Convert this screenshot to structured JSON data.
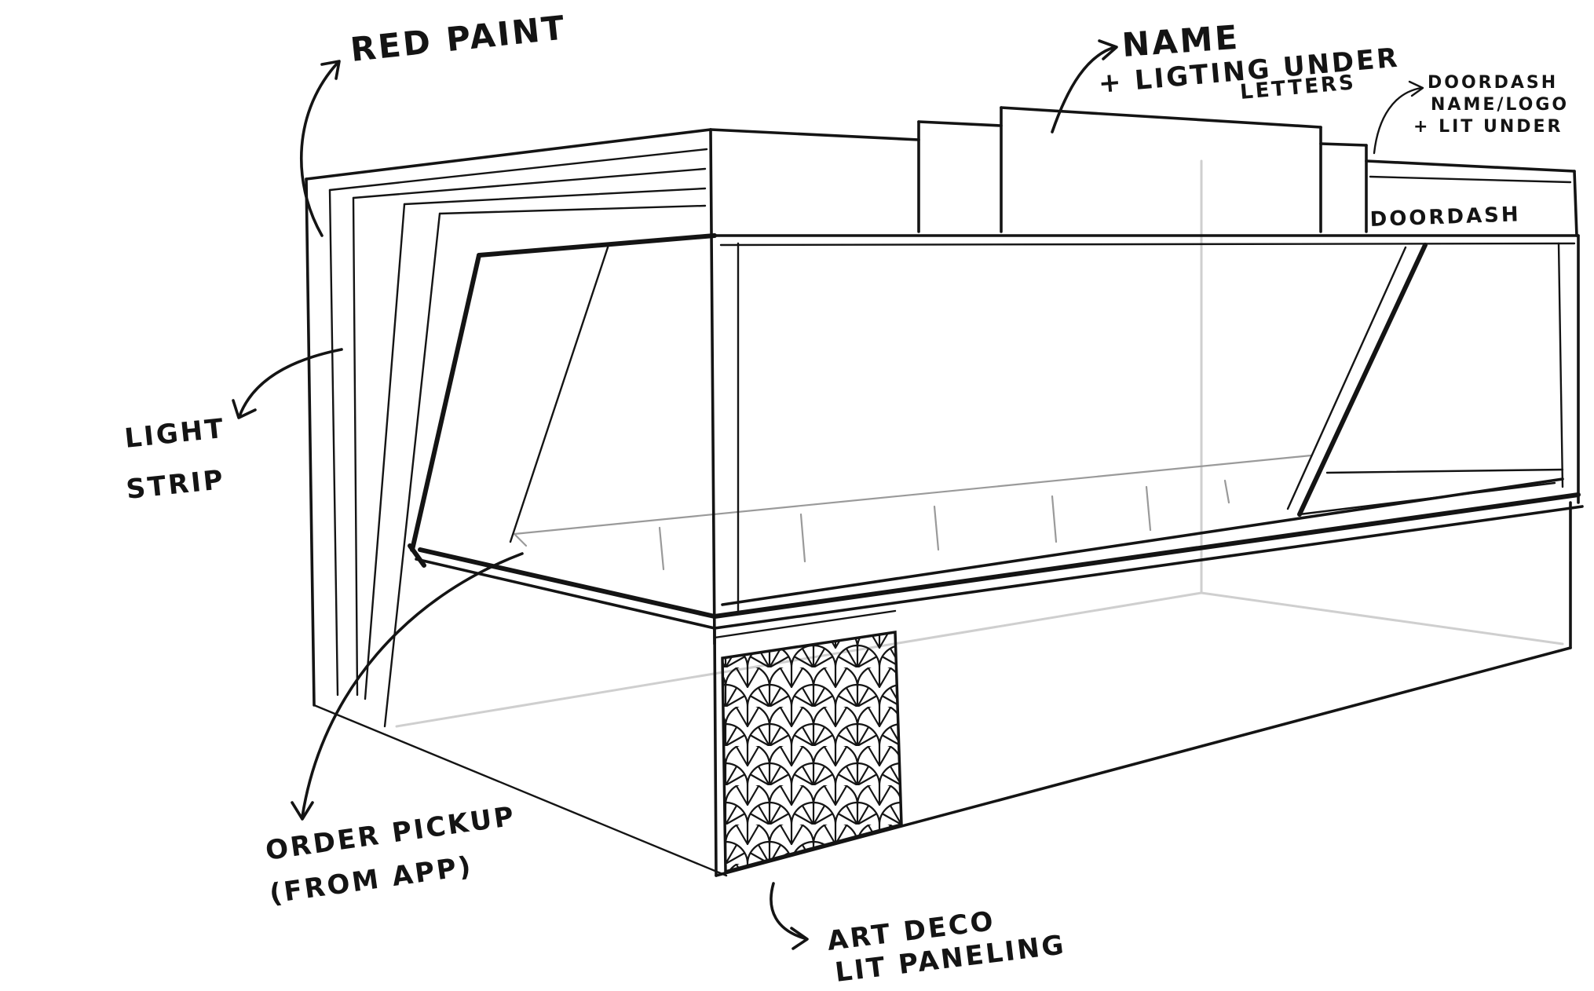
{
  "annotations": {
    "red_paint": "RED PAINT",
    "name_line1": "NAME",
    "name_line2": "+ LIGTING UNDER",
    "name_line3": "LETTERS",
    "doordash_line1": "DOORDASH",
    "doordash_line2": "NAME/LOGO",
    "doordash_line3": "+ LIT UNDER",
    "doordash_sign": "DOORDASH",
    "light_strip_line1": "LIGHT",
    "light_strip_line2": "STRIP",
    "order_pickup_line1": "ORDER PICKUP",
    "order_pickup_line2": "(FROM APP)",
    "art_deco_line1": "ART DECO",
    "art_deco_line2": "LIT PANELING"
  },
  "icons": {
    "arrow": "hand-drawn-arrow-icon",
    "pattern": "art-deco-fan-pattern"
  }
}
